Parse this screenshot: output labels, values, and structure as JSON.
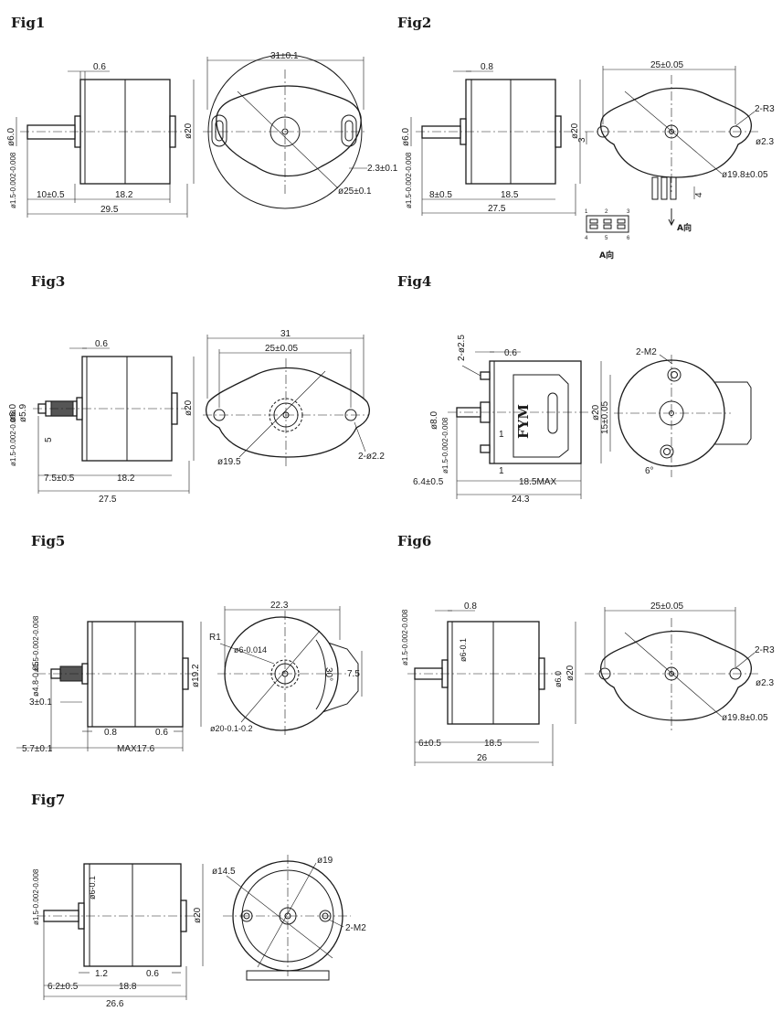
{
  "figures": [
    {
      "id": "fig1",
      "title": "Fig1",
      "dims": {
        "wall": "0.6",
        "shaft_d": "ø6.0",
        "shaft_pin": "ø1.5-0.002-0.008",
        "shaft_len": "10±0.5",
        "body_len": "18.2",
        "total_len": "29.5",
        "body_d": "ø20",
        "flange_w": "31±0.1",
        "slot": "2.3±0.1",
        "circle": "ø25±0.1"
      }
    },
    {
      "id": "fig2",
      "title": "Fig2",
      "dims": {
        "wall": "0.8",
        "shaft_d": "ø6.0",
        "shaft_pin": "ø1.5-0.002-0.008",
        "shaft_len": "8±0.5",
        "body_len": "18.5",
        "total_len": "27.5",
        "body_d": "ø20",
        "flange_w": "25±0.05",
        "hole_r": "2-R3",
        "offset": "3",
        "hole_d": "ø2.3",
        "circle": "ø19.8±0.05",
        "pin_len": "4",
        "view_label": "A向",
        "pins": [
          "1",
          "2",
          "3",
          "4",
          "5",
          "6"
        ]
      }
    },
    {
      "id": "fig3",
      "title": "Fig3",
      "dims": {
        "wall": "0.6",
        "gear_d": "ø6.0",
        "gear_root": "ø5.9",
        "shaft_pin": "ø1.5-0.002-0.008",
        "gear_w": "5",
        "shaft_len": "7.5±0.5",
        "body_len": "18.2",
        "total_len": "27.5",
        "body_d": "ø20",
        "flange_w": "31",
        "hole_pitch": "25±0.05",
        "hole_d": "2-ø2.2",
        "circle": "ø19.5"
      }
    },
    {
      "id": "fig4",
      "title": "Fig4",
      "dims": {
        "screw": "2-ø2.5",
        "wall": "0.6",
        "boss_d": "ø8.0",
        "shaft_pin": "ø1.5-0.002-0.008",
        "step1": "1",
        "step2": "1",
        "shaft_len": "6.4±0.5",
        "body_len": "18.5MAX",
        "total_len": "24.3",
        "body_d": "ø20",
        "pitch": "15±0.05",
        "thread": "2-M2",
        "angle": "6°",
        "brand": "FYM"
      }
    },
    {
      "id": "fig5",
      "title": "Fig5",
      "dims": {
        "shaft_pin": "ø1.5-0.002-0.008",
        "gear_d": "ø4.8-0.05",
        "gear_w": "3±0.1",
        "shaft_len": "5.7±0.1",
        "wall1": "0.8",
        "wall2": "0.6",
        "body_len": "MAX17.6",
        "body_d": "ø19.2",
        "flange_w": "22.3",
        "radius": "R1",
        "boss": "ø6-0.014",
        "angle": "30°",
        "height": "7.5",
        "circle": "ø20-0.1-0.2"
      }
    },
    {
      "id": "fig6",
      "title": "Fig6",
      "dims": {
        "wall": "0.8",
        "shaft_pin": "ø1.5-0.002-0.008",
        "boss_d": "ø6-0.1",
        "boss_d2": "ø6.0",
        "shaft_len": "6±0.5",
        "body_len": "18.5",
        "total_len": "26",
        "body_d": "ø20",
        "flange_w": "25±0.05",
        "hole_r": "2-R3",
        "hole_d": "ø2.3",
        "circle": "ø19.8±0.05"
      }
    },
    {
      "id": "fig7",
      "title": "Fig7",
      "dims": {
        "shaft_pin": "ø1.5-0.002-0.008",
        "boss_d": "ø6-0.1",
        "wall1": "1.2",
        "wall2": "0.6",
        "shaft_len": "6.2±0.5",
        "body_len": "18.8",
        "total_len": "26.6",
        "body_d": "ø20",
        "inner_circle": "ø14.5",
        "outer_circle": "ø19",
        "thread": "2-M2"
      }
    }
  ]
}
